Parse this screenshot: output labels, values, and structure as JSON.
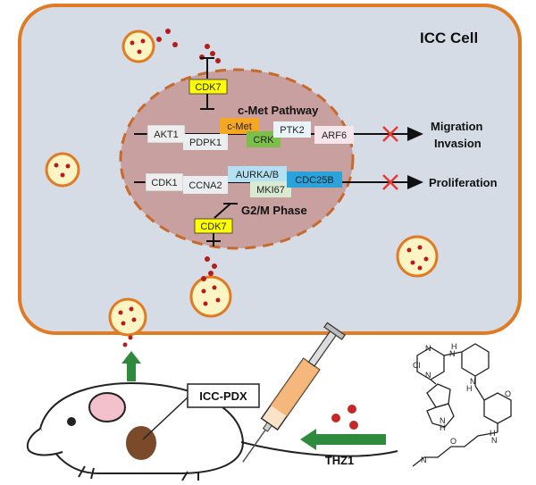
{
  "cell_label": "ICC Cell",
  "pathways": {
    "cmet": "c-Met Pathway",
    "g2m": "G2/M Phase"
  },
  "inhibitor_boxes": {
    "top": "CDK7",
    "bottom": "CDK7"
  },
  "cmet_genes": {
    "akt1": "AKT1",
    "pdpk1": "PDPK1",
    "cmet": "c-Met",
    "crk": "CRK",
    "ptk2": "PTK2",
    "arf6": "ARF6"
  },
  "g2m_genes": {
    "cdk1": "CDK1",
    "ccna2": "CCNA2",
    "aurka": "AURKA/B",
    "mki67": "MKI67",
    "cdc25b": "CDC25B"
  },
  "outcomes": {
    "migration": "Migration",
    "invasion": "Invasion",
    "proliferation": "Proliferation"
  },
  "model_label": "ICC-PDX",
  "drug_label": "THZ1",
  "colors": {
    "cell_border": "#e07b24",
    "cell_fill": "#d5dce6",
    "nucleus_fill": "#c9a0a0",
    "nucleus_border": "#c76a2b",
    "cdk7_box": "#ffff00",
    "cmet_box": "#f5a623",
    "crk_box": "#7cc04b",
    "cdc25b_box": "#2aa3dc",
    "aurka_box": "#b3e0f2",
    "mki67_box": "#d9ead3",
    "inhibit_x": "#e53935",
    "green_arrow": "#2e8b3d",
    "drug_dot": "#c62828"
  }
}
